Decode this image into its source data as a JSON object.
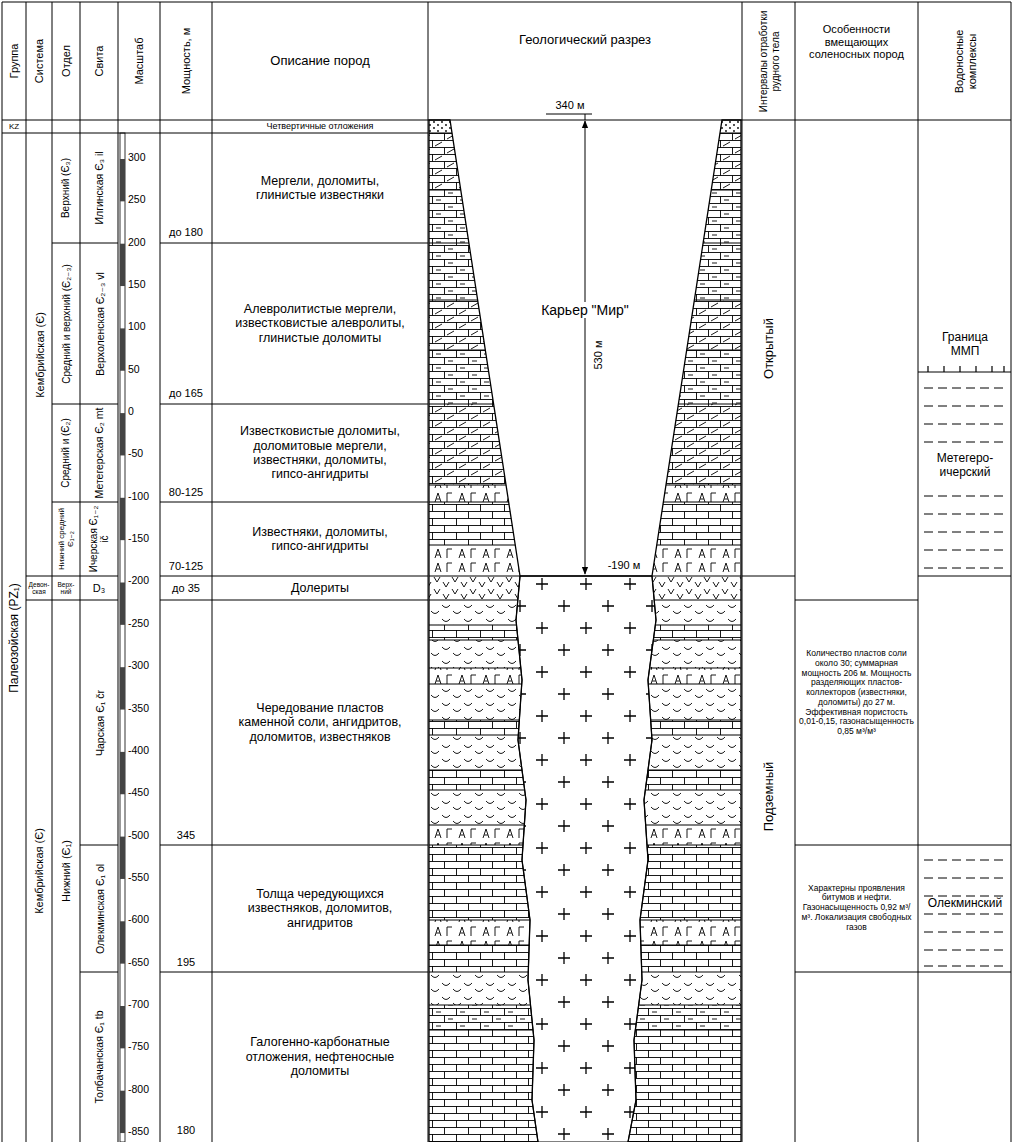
{
  "diagram": {
    "labels": [
      "Группа",
      "Система",
      "Отдел",
      "Свита",
      "Масштаб",
      "Мощность, м",
      "Описание пород",
      "Геологический разрез",
      "Интервалы отработки рудного тела",
      "Особенности вмещающих соленосных пород",
      "Водоносные комплексы",
      "KZ",
      "Палеозойская (PZ₁)",
      "Кембрийская (Є)",
      "Девон-ская",
      "Кембрийская (Є)",
      "Верхний (Є₃)",
      "Средний и верхний (Є₂₋₃)",
      "Средний и (Є₂)",
      "Нижний средний Є₁₋₂",
      "Верх-ний",
      "Нижний (Є₁)",
      "Илгинская Є₃ il",
      "Верхоленская Є₂₋₃ vl",
      "Метегерская Є₂ mt",
      "Ичерская Є₁₋₂ ič",
      "D₃",
      "Чарская Є₁ čr",
      "Олекминская Є₁ ol",
      "Толбачанская Є₁ tb",
      "300",
      "250",
      "200",
      "150",
      "100",
      "50",
      "0",
      "-50",
      "-100",
      "-150",
      "-200",
      "-250",
      "-300",
      "-350",
      "-400",
      "-450",
      "-500",
      "-550",
      "-600",
      "-650",
      "-700",
      "-750",
      "-800",
      "-850",
      "до 180",
      "до 165",
      "80-125",
      "70-125",
      "до 35",
      "345",
      "195",
      "180",
      "Четвертичные отложения",
      "Мергели, доломиты, глинистые известняки",
      "Алевролитистые мергели, известковистые алевролиты, глинистые доломиты",
      "Известковистые доломиты, доломитовые мергели, известняки, доломиты, гипсо-ангидриты",
      "Известняки, доломиты, гипсо-ангидриты",
      "Долериты",
      "Чередование пластов каменной соли, ангидритов, доломитов, известняков",
      "Толща чередующихся известняков, доломитов, ангидритов",
      "Галогенно-карбонатные отложения, нефтеносные доломиты",
      "340 м",
      "Карьер \"Мир\"",
      "530 м",
      "-190 м",
      "Открытый",
      "Подземный",
      "Количество пластов соли около 30; суммарная мощность 206 м. Мощность разделяющих пластов-коллекторов (известняки, доломиты) до 27 м. Эффективная пористость 0,01-0,15, газонасыщенность 0,85 м³/м³",
      "Характерны проявления битумов и нефти. Газонасыщенность 0,92 м³/м³. Локализация свободных газов",
      "Граница ММП",
      "Метегеро-ичерский",
      "Олекминский"
    ]
  }
}
